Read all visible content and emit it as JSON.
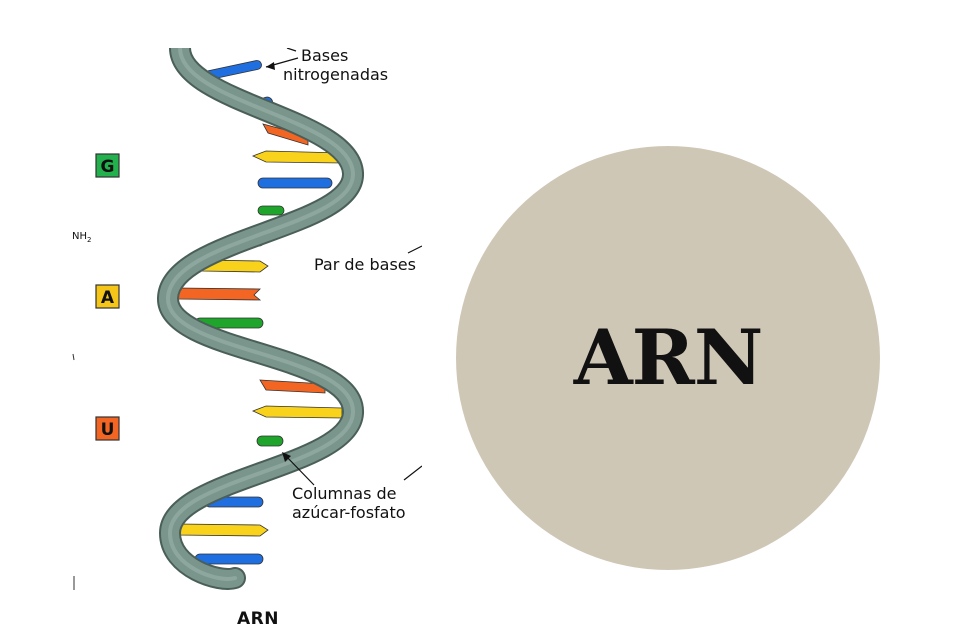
{
  "diagram": {
    "labels": {
      "bases": "Bases",
      "nitrogenous": "nitrogenadas",
      "pair": "Par de bases",
      "backbone_1": "Columnas de",
      "backbone_2": "azúcar-fosfato",
      "caption": "ARN",
      "amine": "NH",
      "amine_sub": "2"
    },
    "nucleotides": [
      {
        "letter": "G",
        "color": "#22b14c"
      },
      {
        "letter": "A",
        "color": "#f5c518"
      },
      {
        "letter": "U",
        "color": "#f26522"
      }
    ],
    "base_colors": {
      "blue": "#1f6fe0",
      "orange": "#f26522",
      "yellow": "#f9d21b",
      "green": "#1fa52b"
    },
    "strand_color": "#7a968c"
  },
  "title": {
    "text": "ARN",
    "circle_color": "#cfc7b6"
  }
}
